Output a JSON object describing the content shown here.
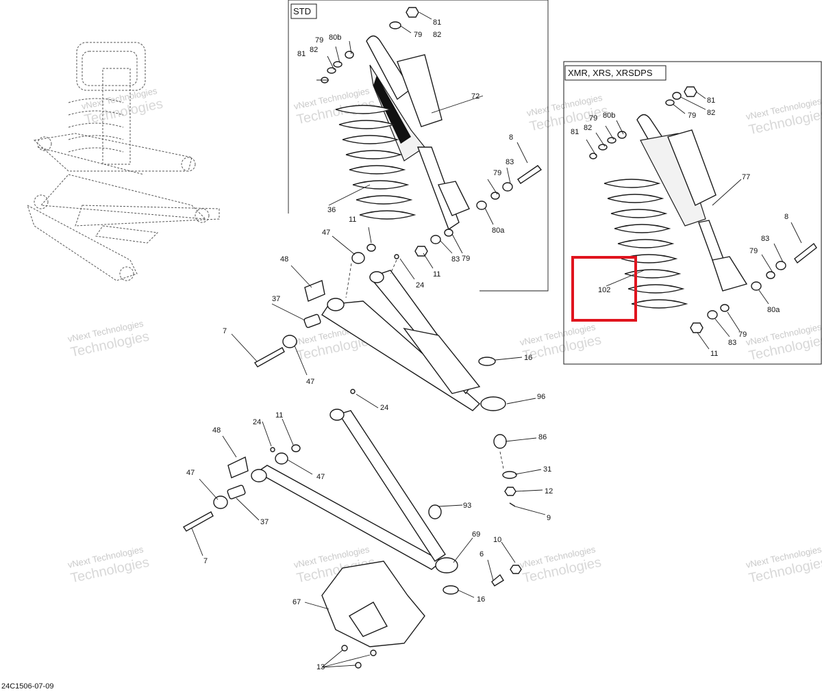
{
  "frames": {
    "std": "STD",
    "xmr": "XMR, XRS, XRSDPS"
  },
  "highlight": {
    "label": "102",
    "color": "#e0141e"
  },
  "drawing_id": "24C1506-07-09",
  "watermark": {
    "line1": "vNext Technologies",
    "line2": "Technologies"
  },
  "callouts": {
    "std_81a": "81",
    "std_82a": "82",
    "std_79a": "79",
    "std_79b": "79",
    "std_80b": "80b",
    "std_81b": "81",
    "std_82b": "82",
    "std_72": "72",
    "std_8": "8",
    "std_83a": "83",
    "std_79c": "79",
    "std_36": "36",
    "std_80a": "80a",
    "std_83b": "83",
    "std_79d": "79",
    "std_11": "11",
    "x_81a": "81",
    "x_82a": "82",
    "x_79a": "79",
    "x_79b": "79",
    "x_80b": "80b",
    "x_81b": "81",
    "x_82b": "82",
    "x_77": "77",
    "x_8": "8",
    "x_83a": "83",
    "x_79c": "79",
    "x_80a": "80a",
    "x_83b": "83",
    "x_79d": "79",
    "x_11": "11",
    "u_47a": "47",
    "u_11": "11",
    "u_48": "48",
    "u_24": "24",
    "u_37": "37",
    "u_7": "7",
    "u_47b": "47",
    "u_16": "16",
    "u_96": "96",
    "u_86": "86",
    "u_31": "31",
    "u_12": "12",
    "u_9": "9",
    "l_24a": "24",
    "l_48": "48",
    "l_24b": "24",
    "l_11": "11",
    "l_47a": "47",
    "l_47b": "47",
    "l_37": "37",
    "l_7": "7",
    "l_93": "93",
    "l_69": "69",
    "l_6": "6",
    "l_10": "10",
    "l_16": "16",
    "l_67": "67",
    "l_13": "13"
  }
}
